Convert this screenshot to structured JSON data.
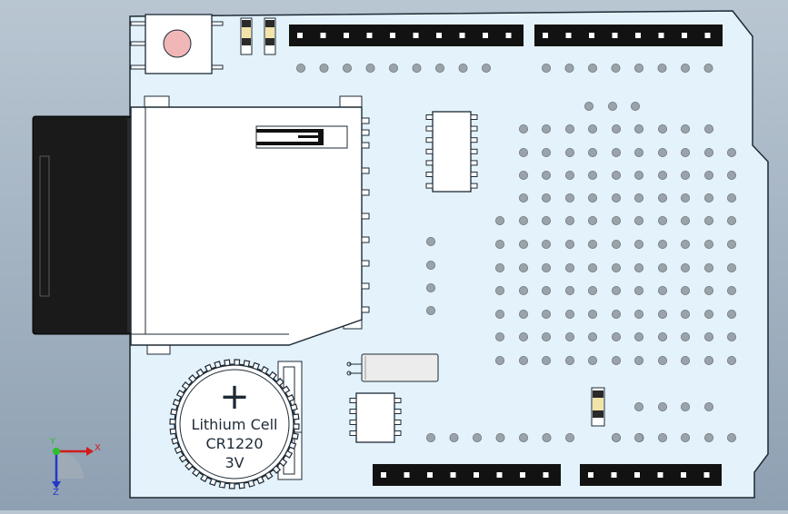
{
  "colors": {
    "board": "#e3f2fb",
    "outline": "#1e2a35",
    "header": "#121212",
    "pad": "#9ba3aa",
    "button": "#f1b7b7",
    "sd_connector": "#1a1a1a",
    "crystal": "#e6e6e6"
  },
  "battery": {
    "plus": "+",
    "line1": "Lithium Cell",
    "line2": "CR1220",
    "line3": "3V"
  },
  "axis_triad": {
    "x_label": "X",
    "y_label": "Y",
    "z_label": "Z"
  },
  "counts": {
    "header_top_left_pins": 10,
    "header_top_right_pins": 8,
    "header_bottom_left_pins": 8,
    "header_bottom_right_pins": 6
  }
}
